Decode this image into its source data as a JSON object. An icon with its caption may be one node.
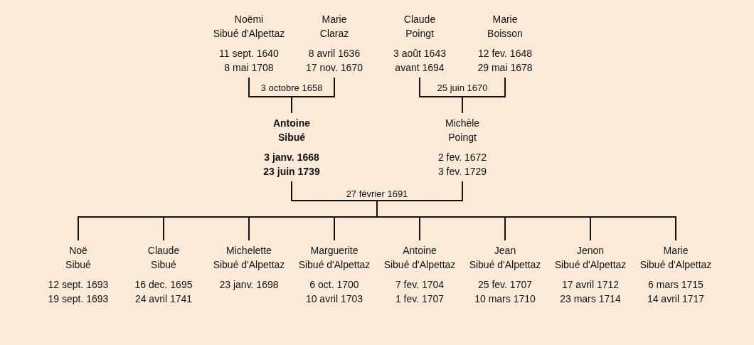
{
  "diagram": {
    "nodes": [
      {
        "text": [
          "Noëmi",
          "Sibué d'Alpettaz",
          "11 sept. 1640",
          "8 mai 1708"
        ]
      },
      {
        "text": [
          "Marie",
          "Claraz",
          "8 avril 1636",
          "17 nov. 1670"
        ]
      },
      {
        "text": [
          "Claude",
          "Poingt",
          "3 août 1643",
          "avant 1694"
        ]
      },
      {
        "text": [
          "Marie",
          "Boisson",
          "12 fev. 1648",
          "29 mai 1678"
        ]
      },
      {
        "text": [
          "Antoine",
          "Sibué",
          "3 janv. 1668",
          "23 juin 1739"
        ]
      },
      {
        "text": [
          "Michèle",
          "Poingt",
          "2 fev. 1672",
          "3 fev. 1729"
        ]
      },
      {
        "text": [
          "Noë",
          "Sibué",
          "12 sept. 1693",
          "19 sept. 1693"
        ]
      },
      {
        "text": [
          "Claude",
          "Sibué",
          "16 dec. 1695",
          "24 avril 1741"
        ]
      },
      {
        "text": [
          "Michelette",
          "Sibué d'Alpettaz",
          "23 janv. 1698"
        ]
      },
      {
        "text": [
          "Marguerite",
          "Sibué d'Alpettaz",
          "6 oct. 1700",
          "10 avril 1703"
        ]
      },
      {
        "text": [
          "Antoine",
          "Sibué d'Alpettaz",
          "7 fev. 1704",
          "1 fev. 1707"
        ]
      },
      {
        "text": [
          "Jean",
          "Sibué d'Alpettaz",
          "25 fev. 1707",
          "10 mars 1710"
        ]
      },
      {
        "text": [
          "Jenon",
          "Sibué d'Alpettaz",
          "17 avril 1712",
          "23 mars 1714"
        ]
      },
      {
        "text": [
          "Marie",
          "Sibué d'Alpettaz",
          "6 mars 1715",
          "14 avril 1717"
        ]
      }
    ],
    "edges": [
      {
        "from": 0,
        "to": 4,
        "arrow": "none"
      },
      {
        "from": 1,
        "to": 4,
        "arrow": "none"
      },
      {
        "from": 2,
        "to": 5,
        "arrow": "none"
      },
      {
        "from": 3,
        "to": 5,
        "arrow": "none"
      },
      {
        "from": 4,
        "to": 6,
        "arrow": "none"
      },
      {
        "from": 5,
        "to": 6,
        "arrow": "none"
      },
      {
        "from": 4,
        "to": 7,
        "arrow": "none"
      },
      {
        "from": 5,
        "to": 7,
        "arrow": "none"
      },
      {
        "from": 4,
        "to": 8,
        "arrow": "none"
      },
      {
        "from": 5,
        "to": 8,
        "arrow": "none"
      },
      {
        "from": 4,
        "to": 9,
        "arrow": "none"
      },
      {
        "from": 5,
        "to": 9,
        "arrow": "none"
      },
      {
        "from": 4,
        "to": 10,
        "arrow": "none"
      },
      {
        "from": 5,
        "to": 10,
        "arrow": "none"
      },
      {
        "from": 4,
        "to": 11,
        "arrow": "none"
      },
      {
        "from": 5,
        "to": 11,
        "arrow": "none"
      },
      {
        "from": 4,
        "to": 12,
        "arrow": "none"
      },
      {
        "from": 5,
        "to": 12,
        "arrow": "none"
      },
      {
        "from": 4,
        "to": 13,
        "arrow": "none"
      },
      {
        "from": 5,
        "to": 13,
        "arrow": "none"
      }
    ],
    "labels": [
      "3 octobre 1658",
      "25 juin 1670",
      "27 février 1691"
    ]
  }
}
